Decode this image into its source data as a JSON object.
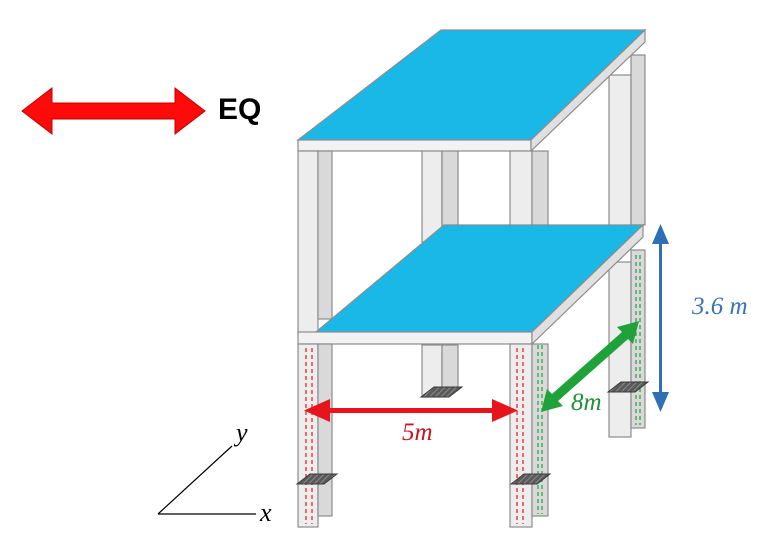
{
  "labels": {
    "eq": "EQ",
    "height": "3.6 m",
    "depth": "8m",
    "width": "5m",
    "axis_x": "x",
    "axis_y": "y"
  },
  "colors": {
    "slab": "#19b8e6",
    "column_face": "#ededed",
    "column_shade": "#d9d9d9",
    "outline": "#8c8c8c",
    "eq_arrow": "#ff0a0a",
    "width_arrow": "#e8141c",
    "depth_arrow": "#1fa23a",
    "height_arrow": "#2f6fb5",
    "footing": "#6a6a6a"
  }
}
